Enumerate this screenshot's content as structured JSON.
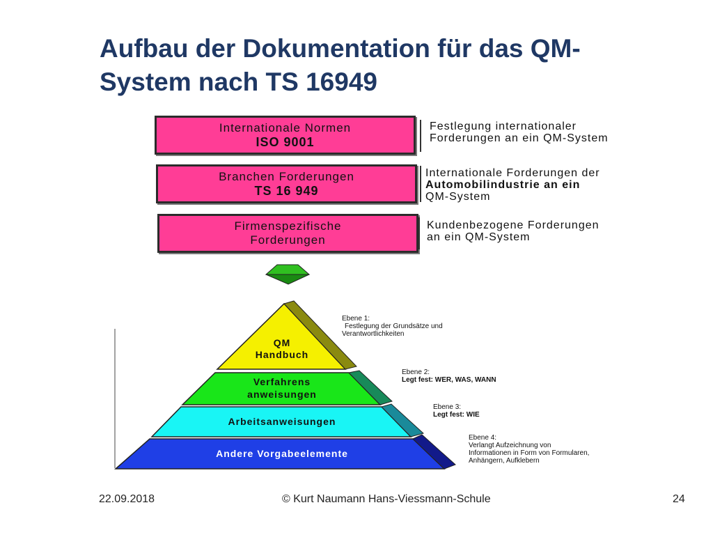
{
  "title": "Aufbau der Dokumentation für das QM-System nach TS 16949",
  "boxes": [
    {
      "line1": "Internationale Normen",
      "line2": "ISO 9001",
      "description": [
        "Festlegung internationaler",
        "Forderungen an ein QM-System"
      ]
    },
    {
      "line1": "Branchen Forderungen",
      "line2": "TS 16 949",
      "description": [
        "Internationale Forderungen der",
        "Automobilindustrie an ein",
        "QM-System"
      ]
    },
    {
      "line1": "Firmenspezifische",
      "line2": "Forderungen",
      "description": [
        "Kundenbezogene Forderungen",
        "an ein QM-System"
      ]
    }
  ],
  "pyramid": {
    "levels": [
      {
        "label_lines": [
          "QM",
          "Handbuch"
        ],
        "color": "#f5f000"
      },
      {
        "label_lines": [
          "Verfahrens",
          "anweisungen"
        ],
        "color": "#19e619"
      },
      {
        "label_lines": [
          "Arbeitsanweisungen"
        ],
        "color": "#19f5f5"
      },
      {
        "label_lines": [
          "Andere Vorgabeelemente"
        ],
        "color": "#1f3fe6"
      }
    ],
    "annotations": [
      {
        "heading": "Ebene 1:",
        "lines": [
          "Festlegung der Grundsätze und",
          "Verantwortlichkeiten"
        ]
      },
      {
        "heading": "Ebene 2:",
        "lines": [
          "Legt fest: WER, WAS, WANN"
        ]
      },
      {
        "heading": "Ebene 3:",
        "lines": [
          "Legt fest: WIE"
        ]
      },
      {
        "heading": "Ebene 4:",
        "lines": [
          "Verlangt Aufzeichnung von",
          "Informationen in  Form von Formularen,",
          "Anhängern, Aufklebern"
        ]
      }
    ]
  },
  "footer": {
    "date": "22.09.2018",
    "copyright": "© Kurt Naumann Hans-Viessmann-Schule",
    "page_number": "24"
  }
}
